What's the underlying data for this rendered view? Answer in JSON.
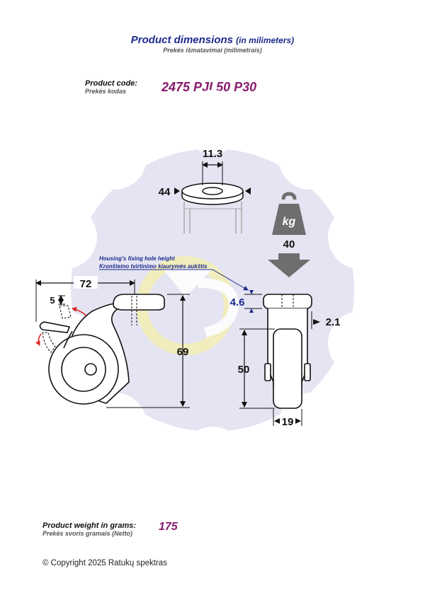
{
  "header": {
    "title": "Product dimensions",
    "title_suffix": "(in milimeters)",
    "subtitle_lt": "Prekės išmatavimai (milimetrais)"
  },
  "product_code": {
    "label": "Product code:",
    "label_lt": "Prekės kodas",
    "value": "2475 PJI 50 P30"
  },
  "drawing": {
    "hole_height_label": "Housing's fixing hole height",
    "hole_height_label_lt": "Kronšteino tvirtinimo kiaurymės aukštis",
    "dims": {
      "hole_diameter": "11.3",
      "plate_diameter": "44",
      "offset_length": "72",
      "brake_height": "5",
      "total_height": "69",
      "hole_height": "4.6",
      "side_gap": "2.1",
      "wheel_diameter": "50",
      "wheel_width": "19",
      "load": "40",
      "weight_icon_text": "kg"
    }
  },
  "weight": {
    "label": "Product weight in grams:",
    "label_lt": "Prekės svoris gramais (Netto)",
    "value": "175"
  },
  "footer": {
    "copyright": "© Copyright 2025 Ratukų spektras"
  },
  "colors": {
    "title": "#1c2a8c",
    "accent": "#8a1a6e",
    "gear_bg": "#e4e4f2",
    "annotation_blue": "#1c2a8c",
    "arrow_gray": "#6e6e6e",
    "red_arrow": "#e02020"
  }
}
